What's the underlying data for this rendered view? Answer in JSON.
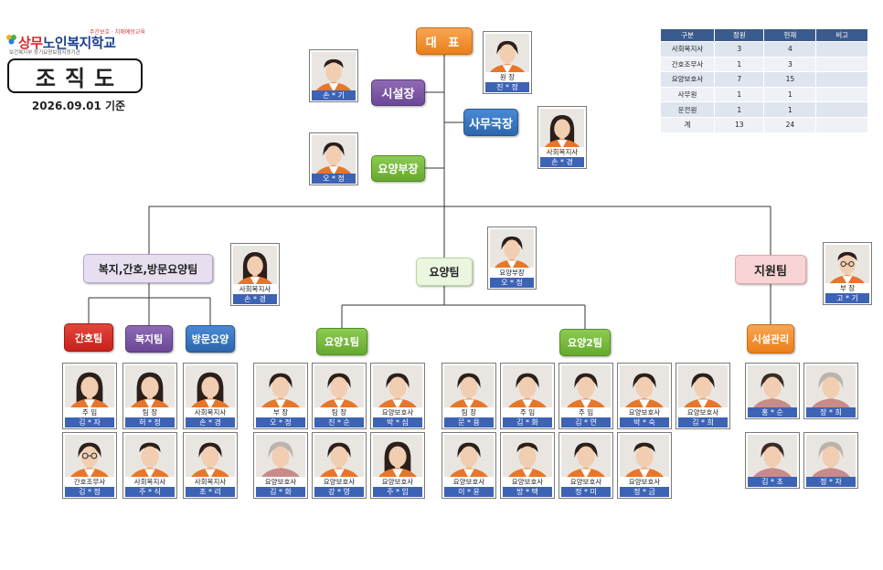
{
  "header": {
    "logo_tagline": "주간보호 · 치매예방교육",
    "logo_name_prefix": "상무",
    "logo_name_main": "노인복지학교",
    "logo_subtitle": "보건복지부 장기요양보험지정기관",
    "title": "조직도",
    "date_basis": "2026.09.01 기준"
  },
  "staff_table": {
    "headers": [
      "구분",
      "정원",
      "현재",
      "비고"
    ],
    "rows": [
      [
        "사회복지사",
        "3",
        "4",
        ""
      ],
      [
        "간호조무사",
        "1",
        "3",
        ""
      ],
      [
        "요양보호사",
        "7",
        "15",
        ""
      ],
      [
        "사무원",
        "1",
        "1",
        ""
      ],
      [
        "운전원",
        "1",
        "1",
        ""
      ],
      [
        "계",
        "13",
        "24",
        ""
      ]
    ]
  },
  "colors": {
    "orange": "#ea7f1b",
    "purple": "#6b4796",
    "blue": "#2c66ad",
    "green": "#66a92d",
    "red": "#c5221b",
    "name_bar": "#3d63b5",
    "vest": "#e8762a"
  },
  "boxes": {
    "ceo": "대 표",
    "facility_head": "시설장",
    "office_head": "사무국장",
    "care_director": "요양부장",
    "welfare_dept": "복지,간호,방문요양팀",
    "care_dept": "요양팀",
    "support_dept": "지원팀",
    "nursing_team": "간호팀",
    "welfare_team": "복지팀",
    "home_care": "방문요양",
    "care_team_1": "요양1팀",
    "care_team_2": "요양2팀",
    "facility_mgmt": "시설관리"
  },
  "people": {
    "director": {
      "role": "원 장",
      "name": "진 * 정",
      "photo": "woman-short-icon"
    },
    "facility_head": {
      "role": "",
      "name": "손 * 기",
      "photo": "man-icon"
    },
    "care_director_top": {
      "role": "",
      "name": "오 * 정",
      "photo": "woman-short-icon"
    },
    "office_worker": {
      "role": "사회복지사",
      "name": "손 * 경",
      "photo": "woman-long-icon"
    },
    "welfare_dept_worker": {
      "role": "사회복지사",
      "name": "손 * 경",
      "photo": "woman-long-icon"
    },
    "care_dept_head": {
      "role": "요양부장",
      "name": "오 * 정",
      "photo": "woman-short-icon"
    },
    "support_head": {
      "role": "부 장",
      "name": "고 * 기",
      "photo": "man-glasses-icon"
    },
    "nursing_1": {
      "role": "주 임",
      "name": "김 * 자",
      "photo": "woman-long-icon"
    },
    "nursing_2": {
      "role": "간호조무사",
      "name": "김 * 정",
      "photo": "woman-glasses-icon"
    },
    "welfare_1": {
      "role": "팀 장",
      "name": "허 * 정",
      "photo": "woman-long-icon"
    },
    "welfare_2": {
      "role": "사회복지사",
      "name": "주 * 식",
      "photo": "man-icon"
    },
    "home_1": {
      "role": "사회복지사",
      "name": "손 * 경",
      "photo": "woman-long-icon"
    },
    "home_2": {
      "role": "사회복지사",
      "name": "조 * 리",
      "photo": "woman-short-icon"
    },
    "team1_1": {
      "role": "부 장",
      "name": "오 * 정",
      "photo": "woman-short-icon"
    },
    "team1_2": {
      "role": "팀 장",
      "name": "진 * 순",
      "photo": "woman-short-icon"
    },
    "team1_3": {
      "role": "요양보호사",
      "name": "박 * 심",
      "photo": "woman-short-icon"
    },
    "team1_4": {
      "role": "요양보호사",
      "name": "김 * 화",
      "photo": "woman-gray-icon"
    },
    "team1_5": {
      "role": "요양보호사",
      "name": "강 * 영",
      "photo": "woman-short-icon"
    },
    "team1_6": {
      "role": "요양보호사",
      "name": "주 * 임",
      "photo": "woman-long-icon"
    },
    "team2_1": {
      "role": "팀 장",
      "name": "문 * 용",
      "photo": "woman-short-icon"
    },
    "team2_2": {
      "role": "주 임",
      "name": "김 * 화",
      "photo": "woman-short-icon"
    },
    "team2_3": {
      "role": "주 임",
      "name": "김 * 연",
      "photo": "woman-short-icon"
    },
    "team2_4": {
      "role": "요양보호사",
      "name": "박 * 숙",
      "photo": "woman-short-icon"
    },
    "team2_5": {
      "role": "요양보호사",
      "name": "김 * 희",
      "photo": "woman-short-icon"
    },
    "team2_6": {
      "role": "요양보호사",
      "name": "이 * 윤",
      "photo": "woman-short-icon"
    },
    "team2_7": {
      "role": "요양보호사",
      "name": "방 * 택",
      "photo": "man-icon"
    },
    "team2_8": {
      "role": "요양보호사",
      "name": "정 * 미",
      "photo": "woman-short-icon"
    },
    "team2_9": {
      "role": "요양보호사",
      "name": "정 * 금",
      "photo": "man-icon"
    },
    "fm_1": {
      "role": "",
      "name": "홍 * 순",
      "photo": "woman-plain-icon"
    },
    "fm_2": {
      "role": "",
      "name": "장 * 희",
      "photo": "woman-gray-icon"
    },
    "fm_3": {
      "role": "",
      "name": "김 * 초",
      "photo": "woman-plain-icon"
    },
    "fm_4": {
      "role": "",
      "name": "정 * 자",
      "photo": "woman-gray-icon"
    }
  }
}
